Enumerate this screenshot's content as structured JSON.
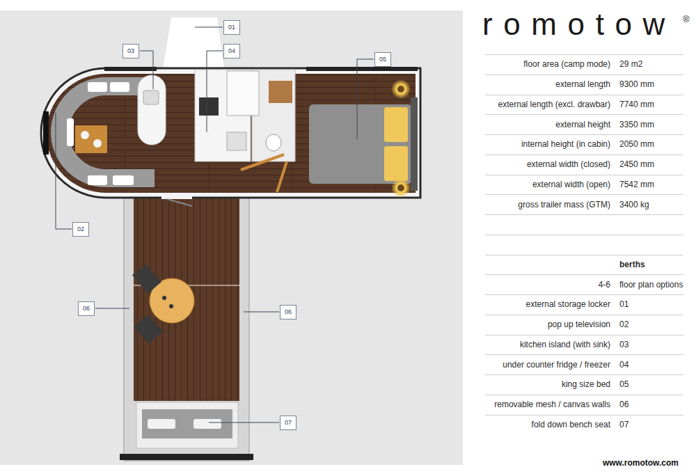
{
  "diagram": {
    "title": "romotow",
    "nodes": [
      {
        "text": [
          "01"
        ]
      },
      {
        "text": [
          "03"
        ]
      },
      {
        "text": [
          "04"
        ]
      },
      {
        "text": [
          "05"
        ]
      },
      {
        "text": [
          "02"
        ]
      },
      {
        "text": [
          "06"
        ]
      },
      {
        "text": [
          "06"
        ]
      },
      {
        "text": [
          "07"
        ]
      }
    ],
    "labels": [
      "®",
      "floor area (camp mode)",
      "29 m2",
      "external length",
      "9300 mm",
      "external length (excl. drawbar)",
      "7740 mm",
      "external height",
      "3350 mm",
      "internal height (in cabin)",
      "2050 mm",
      "external width (closed)",
      "2450 mm",
      "external width (open)",
      "7542 mm",
      "gross trailer mass (GTM)",
      "3400 kg",
      "berths",
      "4-6",
      "floor plan options",
      "external storage locker",
      "01",
      "pop up television",
      "02",
      "kitchen island (with sink)",
      "03",
      "under counter fridge / freezer",
      "04",
      "king size bed",
      "05",
      "removable mesh / canvas walls",
      "06",
      "fold down bench seat",
      "07",
      "www.romotow.com"
    ]
  }
}
